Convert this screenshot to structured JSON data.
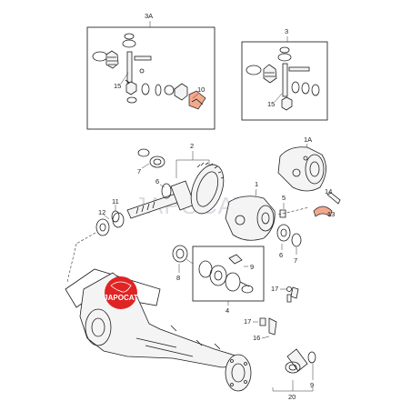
{
  "callouts": {
    "c3A": "3A",
    "c15a": "15",
    "c10": "10",
    "c3": "3",
    "c15b": "15",
    "c2": "2",
    "c1A": "1A",
    "c7a": "7",
    "c6a": "6",
    "c11": "11",
    "c12": "12",
    "c1": "1",
    "c5": "5",
    "c13": "13",
    "c14": "14",
    "c6b": "6",
    "c7b": "7",
    "c8": "8",
    "c9a": "9",
    "c4": "4",
    "c17a": "17",
    "c17b": "17",
    "c16": "16",
    "c9b": "9",
    "c20": "20"
  },
  "logo": {
    "text": "JAPOCAT"
  },
  "watermark": {
    "text": "JAPOCAT"
  },
  "colors": {
    "logo_red": "#e02424",
    "tint": "#f3a98c"
  }
}
